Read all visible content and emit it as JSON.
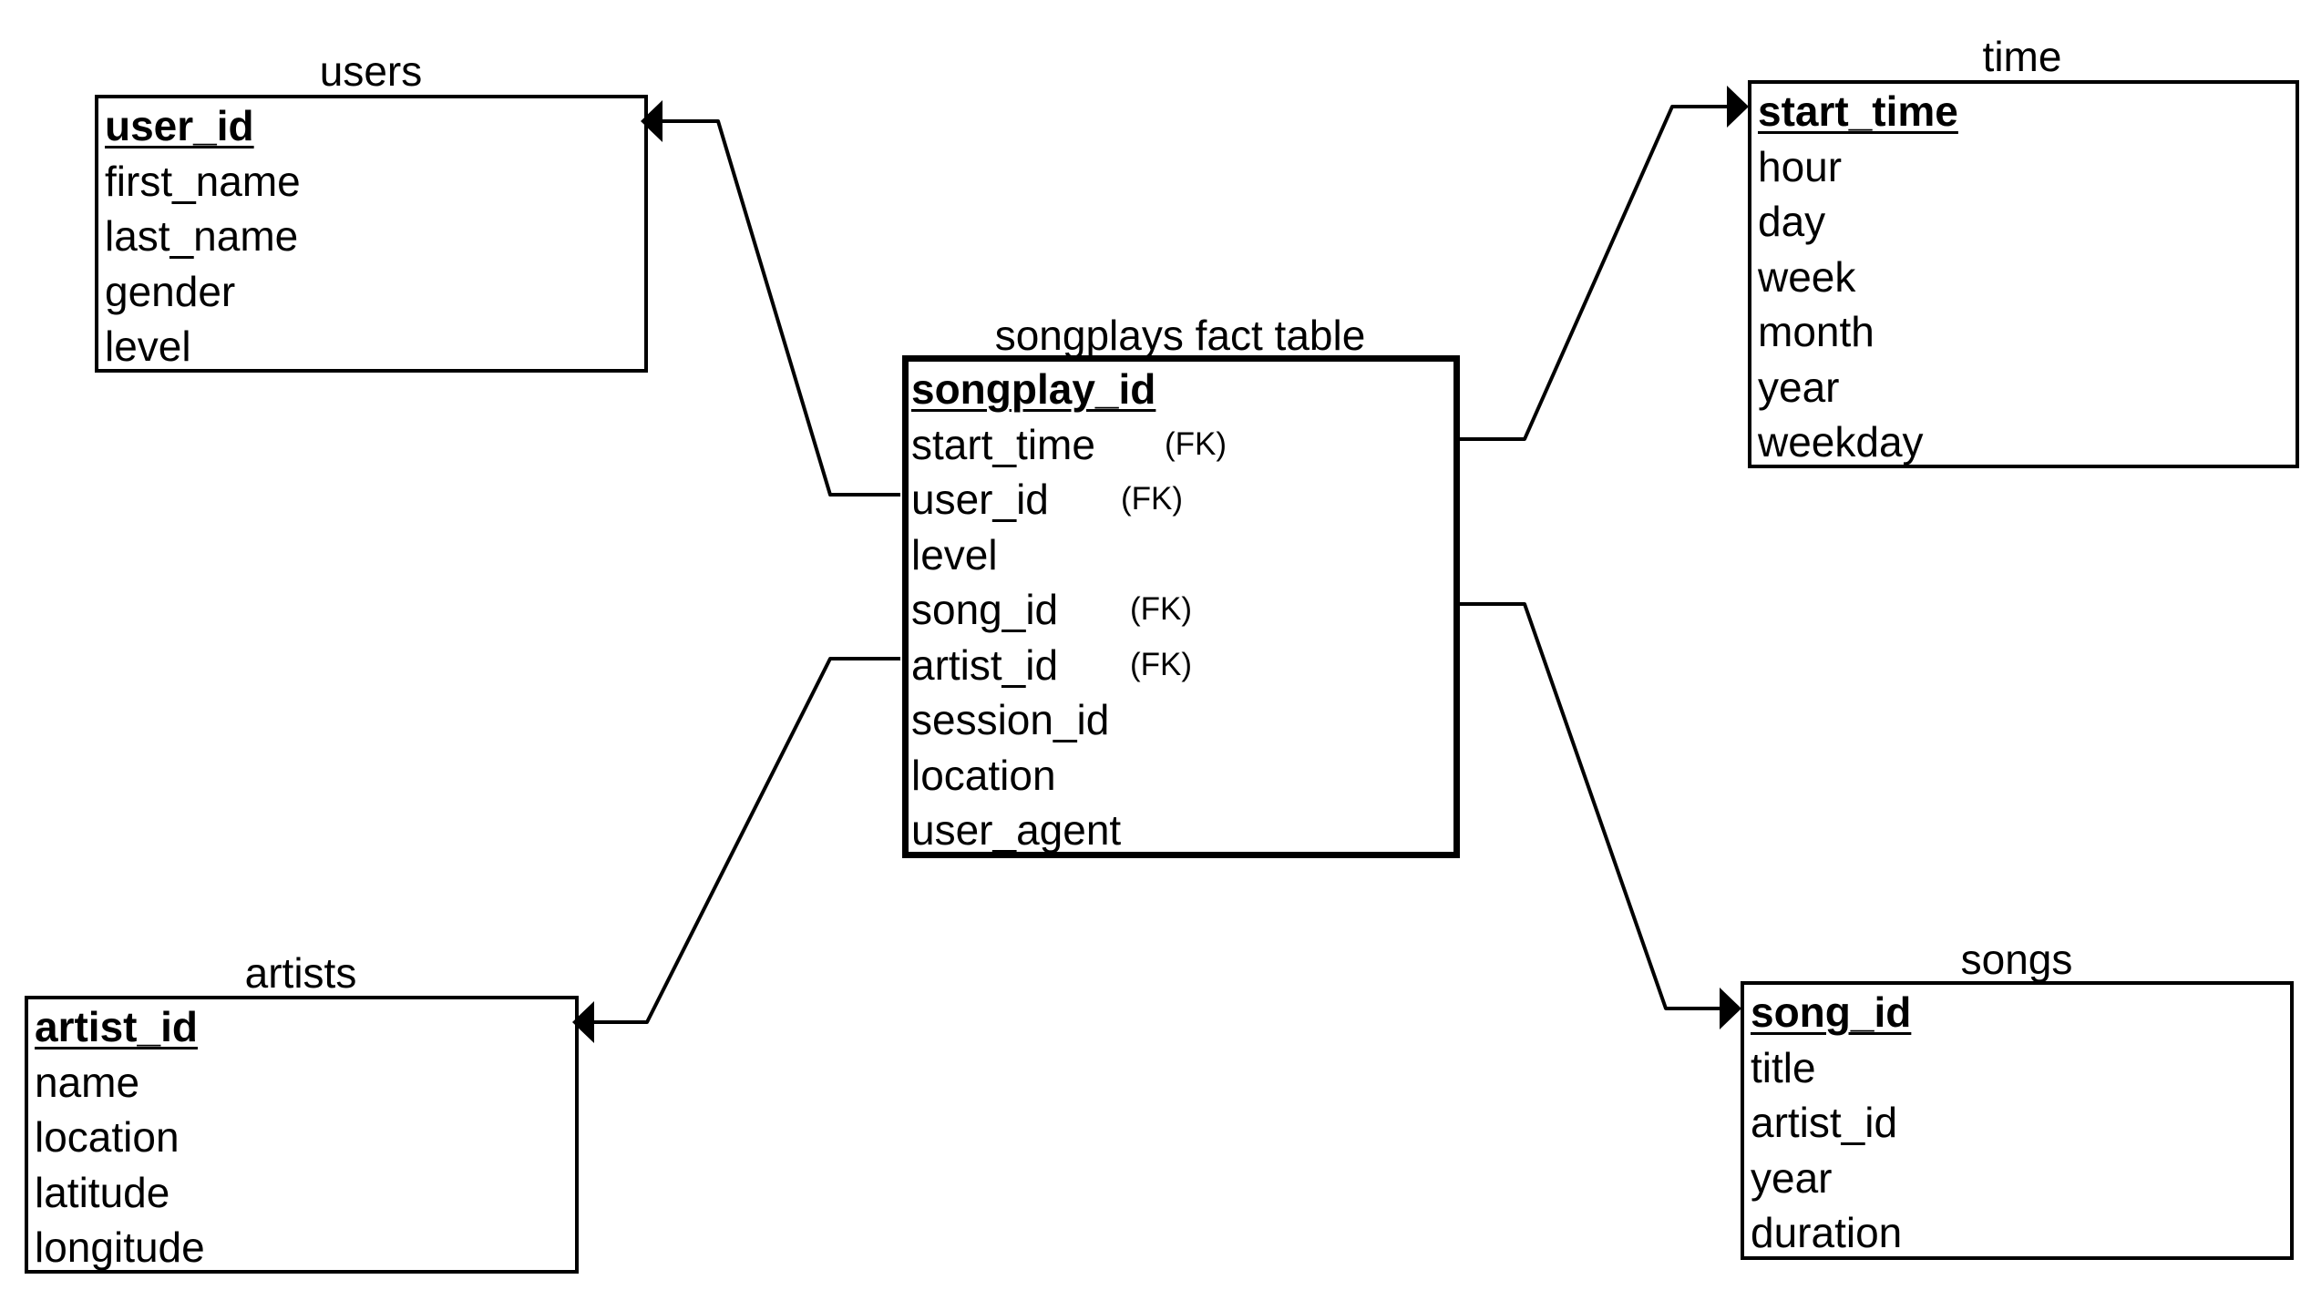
{
  "entities": {
    "users": {
      "title": "users",
      "columns": [
        {
          "name": "user_id",
          "pk": true
        },
        {
          "name": "first_name"
        },
        {
          "name": "last_name"
        },
        {
          "name": "gender"
        },
        {
          "name": "level"
        }
      ]
    },
    "time": {
      "title": "time",
      "columns": [
        {
          "name": "start_time",
          "pk": true
        },
        {
          "name": "hour"
        },
        {
          "name": "day"
        },
        {
          "name": "week"
        },
        {
          "name": "month"
        },
        {
          "name": "year"
        },
        {
          "name": "weekday"
        }
      ]
    },
    "songplays": {
      "title": "songplays fact table",
      "columns": [
        {
          "name": "songplay_id",
          "pk": true
        },
        {
          "name": "start_time",
          "fk": "(FK)"
        },
        {
          "name": "user_id",
          "fk": "(FK)"
        },
        {
          "name": "level"
        },
        {
          "name": "song_id",
          "fk": "(FK)"
        },
        {
          "name": "artist_id",
          "fk": "(FK)"
        },
        {
          "name": "session_id"
        },
        {
          "name": "location"
        },
        {
          "name": "user_agent"
        }
      ]
    },
    "artists": {
      "title": "artists",
      "columns": [
        {
          "name": "artist_id",
          "pk": true
        },
        {
          "name": "name"
        },
        {
          "name": "location"
        },
        {
          "name": "latitude"
        },
        {
          "name": "longitude"
        }
      ]
    },
    "songs": {
      "title": "songs",
      "columns": [
        {
          "name": "song_id",
          "pk": true
        },
        {
          "name": "title"
        },
        {
          "name": "artist_id"
        },
        {
          "name": "year"
        },
        {
          "name": "duration"
        }
      ]
    }
  },
  "relationships": [
    {
      "from": "songplays.user_id",
      "to": "users.user_id"
    },
    {
      "from": "songplays.start_time",
      "to": "time.start_time"
    },
    {
      "from": "songplays.artist_id",
      "to": "artists.artist_id"
    },
    {
      "from": "songplays.song_id",
      "to": "songs.song_id"
    }
  ]
}
